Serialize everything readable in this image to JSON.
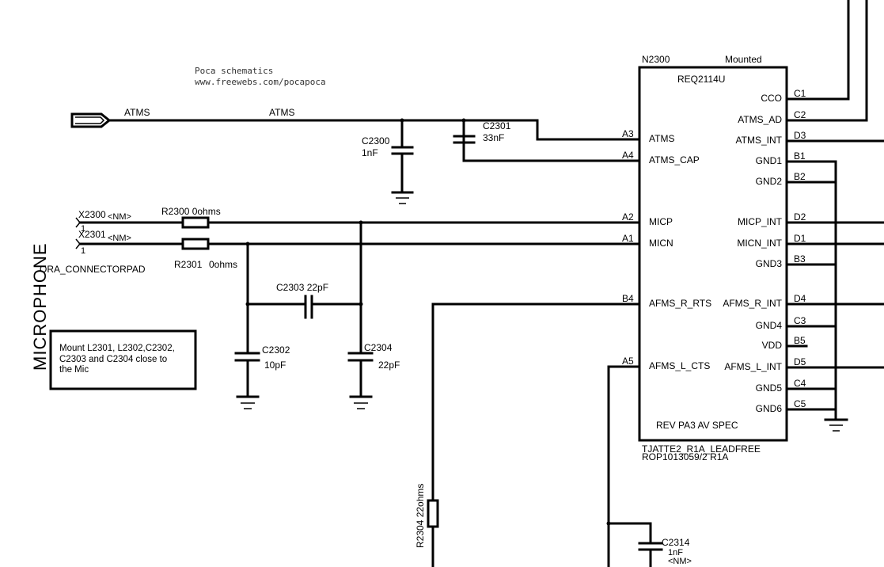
{
  "header": {
    "line1": "Poca schematics",
    "line2": "www.freewebs.com/pocapoca"
  },
  "title": "MICROPHONE",
  "note": [
    "Mount L2301, L2302,C2302,",
    "C2303 and C2304 close to",
    "the Mic"
  ],
  "nets": {
    "atms_port": "ATMS",
    "atms_wire": "ATMS"
  },
  "connectors": {
    "x2300": "X2300",
    "x2300_nm": "<NM>",
    "x2300_pin": "1",
    "x2301": "X2301",
    "x2301_nm": "<NM>",
    "x2301_pin": "1",
    "part": "ORA_CONNECTORPAD"
  },
  "components": {
    "c2300_name": "C2300",
    "c2300_val": "1nF",
    "c2301_name": "C2301",
    "c2301_val": "33nF",
    "r2300": "R2300 0ohms",
    "r2301_name": "R2301",
    "r2301_val": "0ohms",
    "c2303": "C2303 22pF",
    "c2302_name": "C2302",
    "c2302_val": "10pF",
    "c2304_name": "C2304",
    "c2304_val": "22pF",
    "r2304": "R2304 22ohms",
    "c2314_name": "C2314",
    "c2314_val": "1nF",
    "c2314_nm": "<NM>"
  },
  "ic": {
    "ref": "N2300",
    "status": "Mounted",
    "part": "REQ2114U",
    "spec": "REV PA3 AV SPEC",
    "footer1": "TJATTE2_R1A_LEADFREE",
    "footer2": "ROP1013059/2    R1A",
    "left_pins": [
      {
        "pin": "A3",
        "name": "ATMS"
      },
      {
        "pin": "A4",
        "name": "ATMS_CAP"
      },
      {
        "pin": "A2",
        "name": "MICP"
      },
      {
        "pin": "A1",
        "name": "MICN"
      },
      {
        "pin": "B4",
        "name": "AFMS_R_RTS"
      },
      {
        "pin": "A5",
        "name": "AFMS_L_CTS"
      }
    ],
    "right_pins": [
      {
        "pin": "C1",
        "name": "CCO"
      },
      {
        "pin": "C2",
        "name": "ATMS_AD"
      },
      {
        "pin": "D3",
        "name": "ATMS_INT"
      },
      {
        "pin": "B1",
        "name": "GND1"
      },
      {
        "pin": "B2",
        "name": "GND2"
      },
      {
        "pin": "D2",
        "name": "MICP_INT"
      },
      {
        "pin": "D1",
        "name": "MICN_INT"
      },
      {
        "pin": "B3",
        "name": "GND3"
      },
      {
        "pin": "D4",
        "name": "AFMS_R_INT"
      },
      {
        "pin": "C3",
        "name": "GND4"
      },
      {
        "pin": "B5",
        "name": "VDD"
      },
      {
        "pin": "D5",
        "name": "AFMS_L_INT"
      },
      {
        "pin": "C4",
        "name": "GND5"
      },
      {
        "pin": "C5",
        "name": "GND6"
      }
    ]
  }
}
